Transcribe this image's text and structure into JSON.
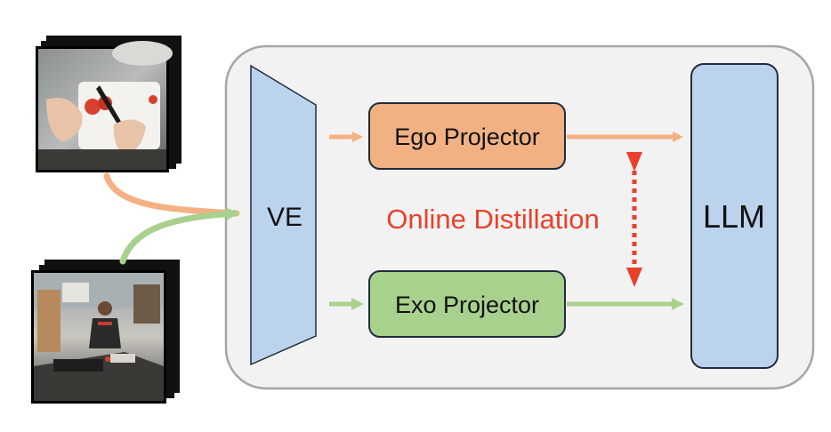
{
  "diagram": {
    "ve_label": "VE",
    "ego_projector_label": "Ego Projector",
    "exo_projector_label": "Exo Projector",
    "llm_label": "LLM",
    "distillation_label": "Online Distillation"
  },
  "colors": {
    "container_fill": "#f2f2f2",
    "container_stroke": "#a6a6a6",
    "ve_fill": "#bcd3ee",
    "llm_fill": "#bcd3ee",
    "ego_fill": "#f2b183",
    "exo_fill": "#a9d18e",
    "ego_arrow": "#f4b183",
    "exo_arrow": "#a9d18e",
    "distill_text": "#e8412b",
    "distill_arrow": "#e8412b",
    "node_stroke": "#1f2d3d"
  },
  "icons": {
    "ego_frames": "egocentric-video-frames-image",
    "exo_frames": "exocentric-video-frames-image"
  }
}
